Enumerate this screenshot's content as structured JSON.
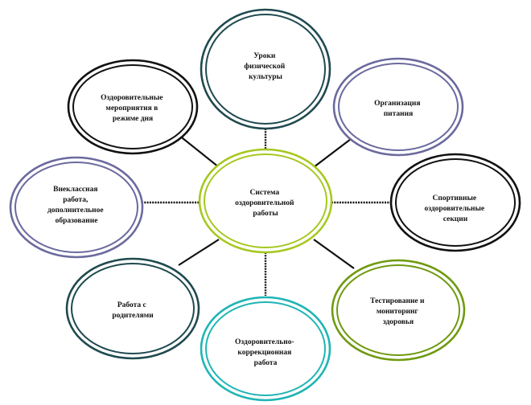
{
  "diagram": {
    "center": {
      "lines": [
        "Система",
        "оздоровительной",
        "работы"
      ],
      "color": "#a6c820"
    },
    "nodes": [
      {
        "id": "top",
        "lines": [
          "Уроки",
          "физической",
          "культуры"
        ],
        "color": "#1f4a4f"
      },
      {
        "id": "top-left",
        "lines": [
          "Оздоровительные",
          "мероприятия в",
          "режиме дня"
        ],
        "color": "#111111"
      },
      {
        "id": "top-right",
        "lines": [
          "Организация",
          "питания"
        ],
        "color": "#6b6a9e"
      },
      {
        "id": "left",
        "lines": [
          "Внеклассная",
          "работа,",
          "дополнительное",
          "образование"
        ],
        "color": "#6b6a9e"
      },
      {
        "id": "right",
        "lines": [
          "Спортивные",
          "оздоровительные",
          "секции"
        ],
        "color": "#111111"
      },
      {
        "id": "bottom-left",
        "lines": [
          "Работа с",
          "родителями"
        ],
        "color": "#1f4a4f"
      },
      {
        "id": "bottom",
        "lines": [
          "Оздоровительно-",
          "коррекционная",
          "работа"
        ],
        "color": "#1fb5b5"
      },
      {
        "id": "bottom-right",
        "lines": [
          "Тестирование и",
          "мониторинг",
          "здоровья"
        ],
        "color": "#6f9a10"
      }
    ]
  }
}
